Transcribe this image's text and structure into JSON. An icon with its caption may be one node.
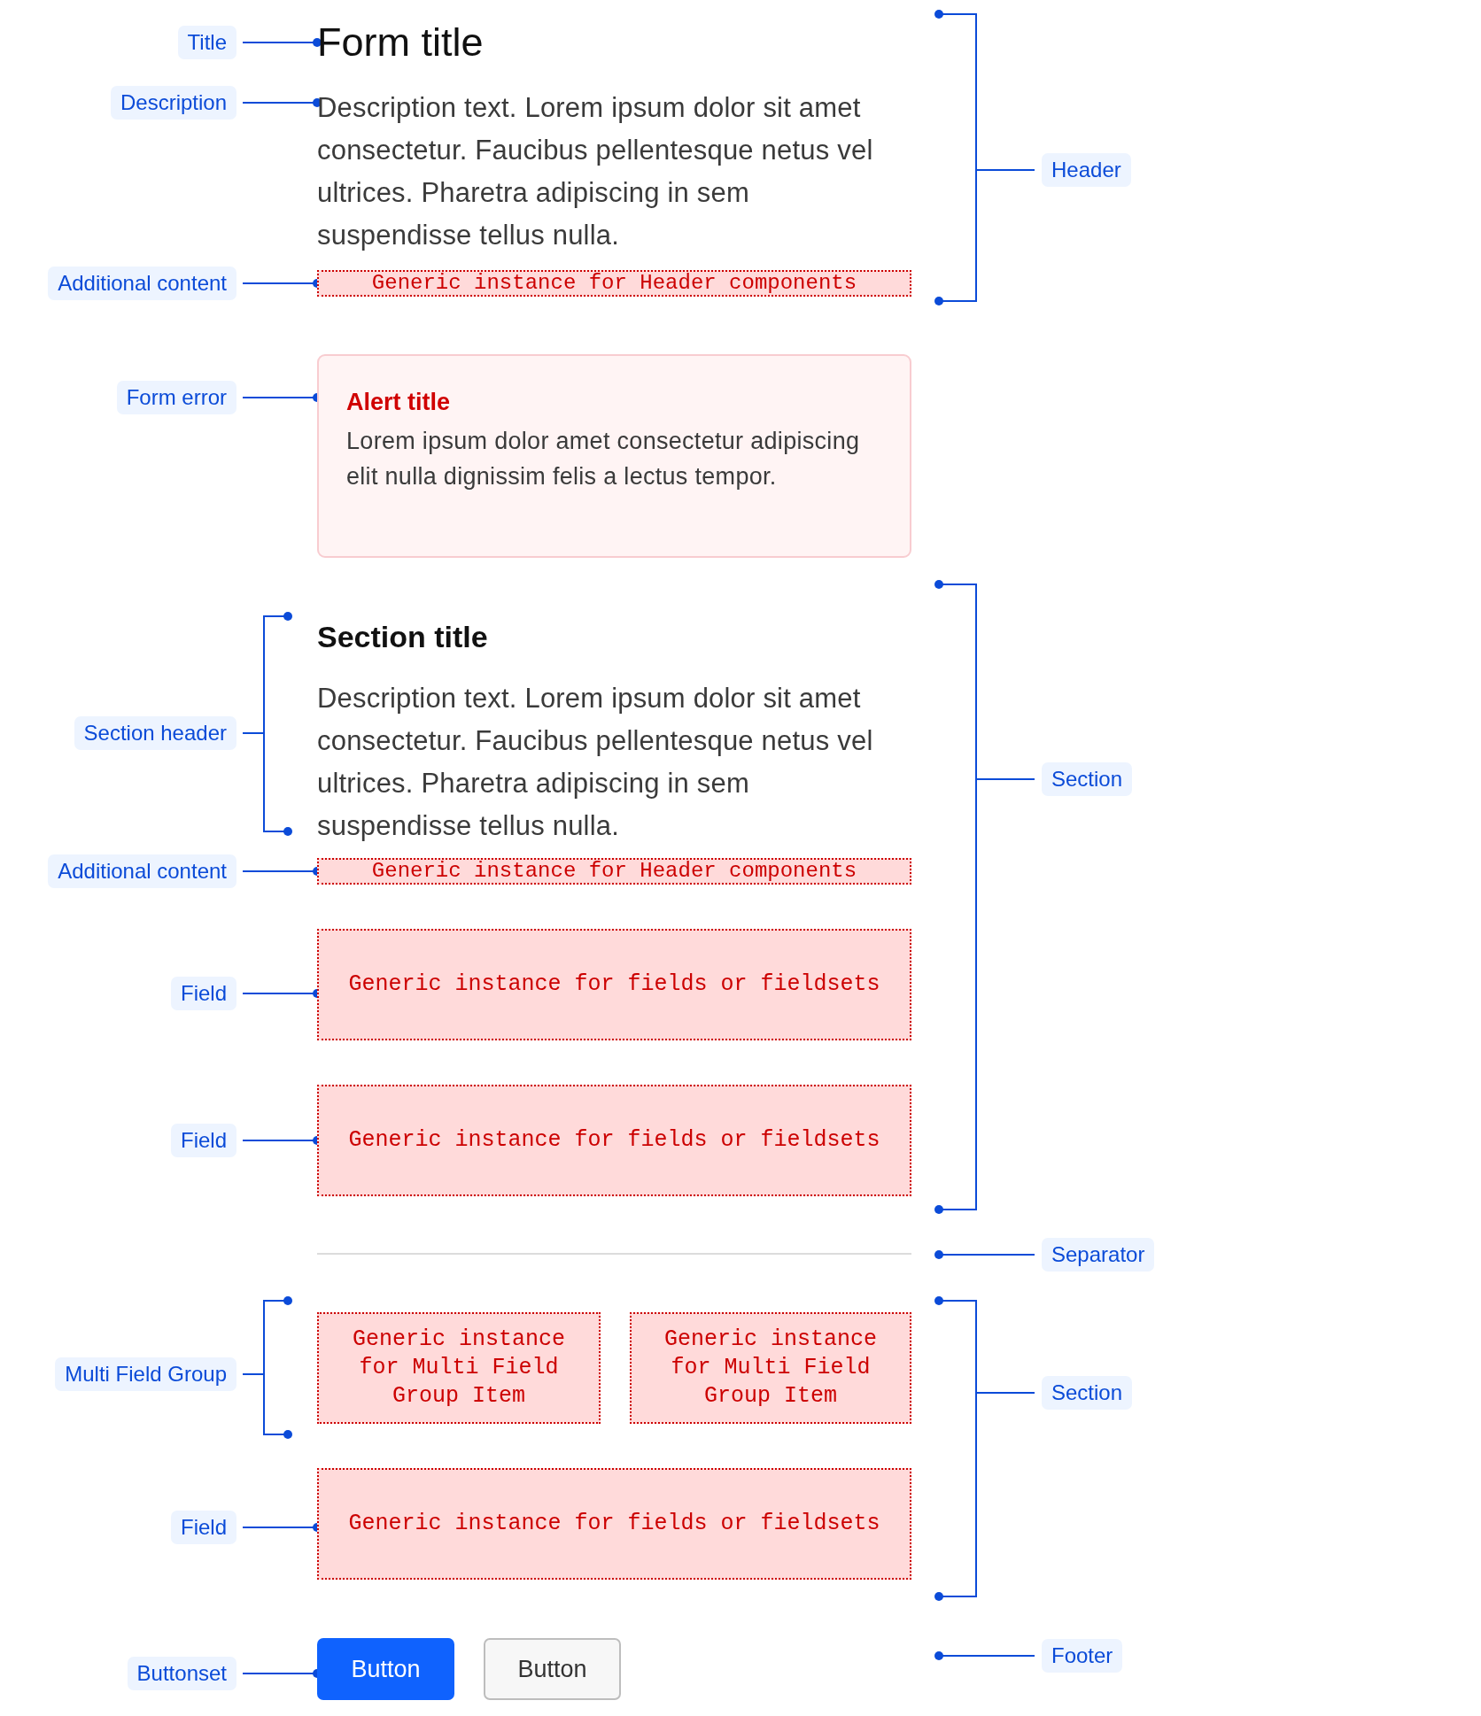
{
  "diagram": {
    "nodes": [
      {
        "text": [
          "Title"
        ]
      },
      {
        "text": [
          "Form title"
        ]
      },
      {
        "text": [
          "Description"
        ]
      },
      {
        "text": [
          "Description text. Lorem ipsum dolor sit amet consectetur. Faucibus pellentesque netus vel ultrices. Pharetra adipiscing in sem suspendisse tellus nulla."
        ]
      },
      {
        "text": [
          "Header"
        ]
      },
      {
        "text": [
          "Additional content"
        ]
      },
      {
        "text": [
          "Generic instance for Header components"
        ]
      },
      {
        "text": [
          "Form error"
        ]
      },
      {
        "text": [
          "Alert title",
          "Lorem ipsum dolor amet consectetur adipiscing elit nulla dignissim felis a lectus tempor."
        ]
      },
      {
        "text": [
          "Section header"
        ]
      },
      {
        "text": [
          "Section title"
        ]
      },
      {
        "text": [
          "Description text. Lorem ipsum dolor sit amet consectetur. Faucibus pellentesque netus vel ultrices. Pharetra adipiscing in sem suspendisse tellus nulla."
        ]
      },
      {
        "text": [
          "Section"
        ]
      },
      {
        "text": [
          "Additional content"
        ]
      },
      {
        "text": [
          "Generic instance for Header components"
        ]
      },
      {
        "text": [
          "Field"
        ]
      },
      {
        "text": [
          "Generic instance for fields or fieldsets"
        ]
      },
      {
        "text": [
          "Field"
        ]
      },
      {
        "text": [
          "Generic instance for fields or fieldsets"
        ]
      },
      {
        "text": [
          "Separator"
        ]
      },
      {
        "text": [
          "Multi Field Group"
        ]
      },
      {
        "text": [
          "Generic instance for Multi Field Group Item"
        ]
      },
      {
        "text": [
          "Generic instance for Multi Field Group Item"
        ]
      },
      {
        "text": [
          "Section"
        ]
      },
      {
        "text": [
          "Field"
        ]
      },
      {
        "text": [
          "Generic instance for fields or fieldsets"
        ]
      },
      {
        "text": [
          "Buttonset"
        ]
      },
      {
        "text": [
          "Button"
        ]
      },
      {
        "text": [
          "Button"
        ]
      },
      {
        "text": [
          "Footer"
        ]
      }
    ],
    "edges": [
      {
        "from": 0,
        "to": 1,
        "arrow": "other"
      },
      {
        "from": 2,
        "to": 3,
        "arrow": "other"
      },
      {
        "from": 4,
        "to": null,
        "arrow": "other"
      },
      {
        "from": 5,
        "to": 6,
        "arrow": "other"
      },
      {
        "from": 7,
        "to": 8,
        "arrow": "other"
      },
      {
        "from": 9,
        "to": 10,
        "arrow": "other"
      },
      {
        "from": 9,
        "to": 11,
        "arrow": "other"
      },
      {
        "from": 12,
        "to": 8,
        "arrow": "other"
      },
      {
        "from": 12,
        "to": 18,
        "arrow": "other"
      },
      {
        "from": 13,
        "to": 14,
        "arrow": "other"
      },
      {
        "from": 15,
        "to": 16,
        "arrow": "other"
      },
      {
        "from": 17,
        "to": 18,
        "arrow": "other"
      },
      {
        "from": 19,
        "to": null,
        "arrow": "other"
      },
      {
        "from": 20,
        "to": null,
        "arrow": "other"
      },
      {
        "from": 23,
        "to": 22,
        "arrow": "other"
      },
      {
        "from": 23,
        "to": 25,
        "arrow": "other"
      },
      {
        "from": 24,
        "to": 25,
        "arrow": "other"
      },
      {
        "from": 26,
        "to": 27,
        "arrow": "other"
      },
      {
        "from": 29,
        "to": null,
        "arrow": "other"
      }
    ]
  }
}
